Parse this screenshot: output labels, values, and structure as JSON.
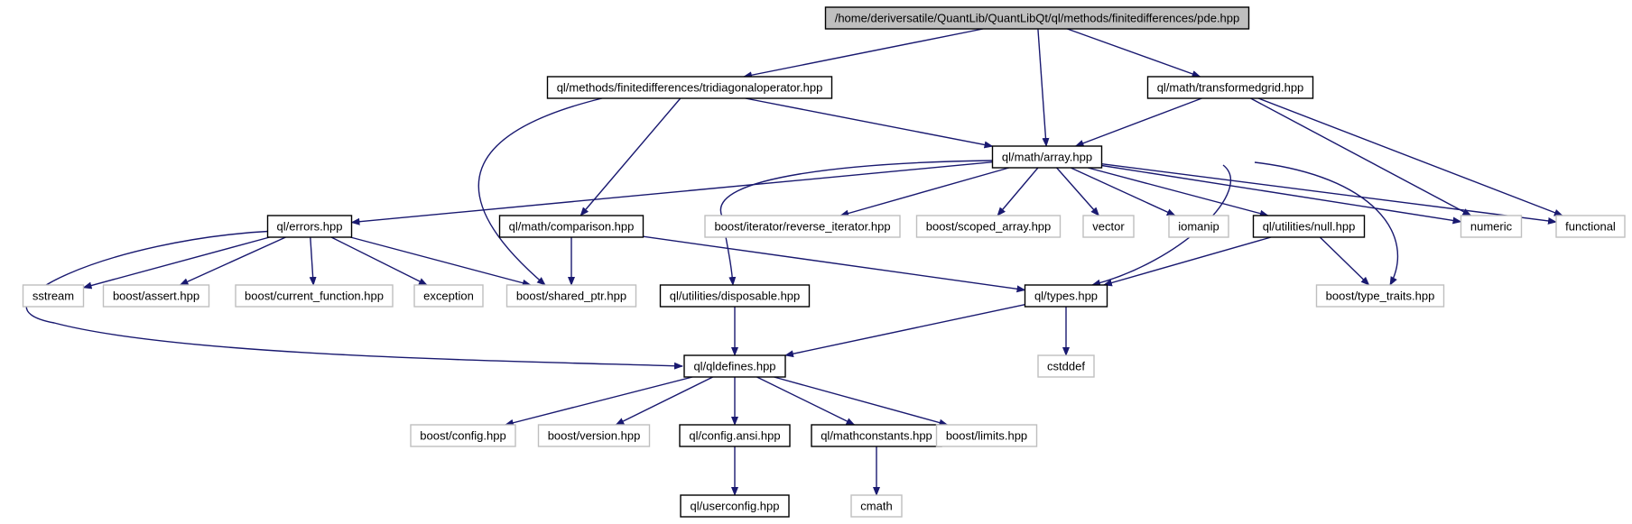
{
  "colors": {
    "edge": "#191970",
    "root_fill": "#bfbfbf",
    "doc_border": "#000000",
    "ext_border": "#bfbfbf",
    "ext_text": "#000000"
  },
  "graph": {
    "nodes": [
      {
        "id": "pde",
        "label": "/home/deriversatile/QuantLib/QuantLibQt/ql/methods/finitedifferences/pde.hpp",
        "kind": "root"
      },
      {
        "id": "tridiag",
        "label": "ql/methods/finitedifferences/tridiagonaloperator.hpp",
        "kind": "doc"
      },
      {
        "id": "tgrid",
        "label": "ql/math/transformedgrid.hpp",
        "kind": "doc"
      },
      {
        "id": "array",
        "label": "ql/math/array.hpp",
        "kind": "doc"
      },
      {
        "id": "errors",
        "label": "ql/errors.hpp",
        "kind": "doc"
      },
      {
        "id": "comparison",
        "label": "ql/math/comparison.hpp",
        "kind": "doc"
      },
      {
        "id": "revit",
        "label": "boost/iterator/reverse_iterator.hpp",
        "kind": "ext"
      },
      {
        "id": "scoped",
        "label": "boost/scoped_array.hpp",
        "kind": "ext"
      },
      {
        "id": "vector",
        "label": "vector",
        "kind": "ext"
      },
      {
        "id": "iomanip",
        "label": "iomanip",
        "kind": "ext"
      },
      {
        "id": "null",
        "label": "ql/utilities/null.hpp",
        "kind": "doc"
      },
      {
        "id": "numeric",
        "label": "numeric",
        "kind": "ext"
      },
      {
        "id": "functional",
        "label": "functional",
        "kind": "ext"
      },
      {
        "id": "sstream",
        "label": "sstream",
        "kind": "ext"
      },
      {
        "id": "bassert",
        "label": "boost/assert.hpp",
        "kind": "ext"
      },
      {
        "id": "bcurfn",
        "label": "boost/current_function.hpp",
        "kind": "ext"
      },
      {
        "id": "exception",
        "label": "exception",
        "kind": "ext"
      },
      {
        "id": "shptr",
        "label": "boost/shared_ptr.hpp",
        "kind": "ext"
      },
      {
        "id": "disposable",
        "label": "ql/utilities/disposable.hpp",
        "kind": "doc"
      },
      {
        "id": "types",
        "label": "ql/types.hpp",
        "kind": "doc"
      },
      {
        "id": "typetraits",
        "label": "boost/type_traits.hpp",
        "kind": "ext"
      },
      {
        "id": "qldefines",
        "label": "ql/qldefines.hpp",
        "kind": "doc"
      },
      {
        "id": "cstddef",
        "label": "cstddef",
        "kind": "ext"
      },
      {
        "id": "bconfig",
        "label": "boost/config.hpp",
        "kind": "ext"
      },
      {
        "id": "bversion",
        "label": "boost/version.hpp",
        "kind": "ext"
      },
      {
        "id": "configansi",
        "label": "ql/config.ansi.hpp",
        "kind": "doc"
      },
      {
        "id": "mathconst",
        "label": "ql/mathconstants.hpp",
        "kind": "doc"
      },
      {
        "id": "blimits",
        "label": "boost/limits.hpp",
        "kind": "ext"
      },
      {
        "id": "userconfig",
        "label": "ql/userconfig.hpp",
        "kind": "doc"
      },
      {
        "id": "cmath",
        "label": "cmath",
        "kind": "ext"
      }
    ],
    "edges": [
      [
        "pde",
        "tridiag"
      ],
      [
        "pde",
        "array"
      ],
      [
        "pde",
        "tgrid"
      ],
      [
        "tridiag",
        "array"
      ],
      [
        "tridiag",
        "comparison"
      ],
      [
        "tridiag",
        "shptr"
      ],
      [
        "tgrid",
        "array"
      ],
      [
        "tgrid",
        "numeric"
      ],
      [
        "tgrid",
        "functional"
      ],
      [
        "array",
        "errors"
      ],
      [
        "array",
        "disposable"
      ],
      [
        "array",
        "revit"
      ],
      [
        "array",
        "scoped"
      ],
      [
        "array",
        "vector"
      ],
      [
        "array",
        "iomanip"
      ],
      [
        "array",
        "null"
      ],
      [
        "array",
        "types"
      ],
      [
        "array",
        "typetraits"
      ],
      [
        "array",
        "numeric"
      ],
      [
        "array",
        "functional"
      ],
      [
        "errors",
        "qldefines"
      ],
      [
        "errors",
        "sstream"
      ],
      [
        "errors",
        "bassert"
      ],
      [
        "errors",
        "bcurfn"
      ],
      [
        "errors",
        "exception"
      ],
      [
        "errors",
        "shptr"
      ],
      [
        "comparison",
        "shptr"
      ],
      [
        "comparison",
        "types"
      ],
      [
        "null",
        "types"
      ],
      [
        "null",
        "typetraits"
      ],
      [
        "disposable",
        "qldefines"
      ],
      [
        "types",
        "qldefines"
      ],
      [
        "types",
        "cstddef"
      ],
      [
        "qldefines",
        "bconfig"
      ],
      [
        "qldefines",
        "bversion"
      ],
      [
        "qldefines",
        "configansi"
      ],
      [
        "qldefines",
        "mathconst"
      ],
      [
        "qldefines",
        "blimits"
      ],
      [
        "configansi",
        "userconfig"
      ],
      [
        "mathconst",
        "cmath"
      ]
    ]
  }
}
